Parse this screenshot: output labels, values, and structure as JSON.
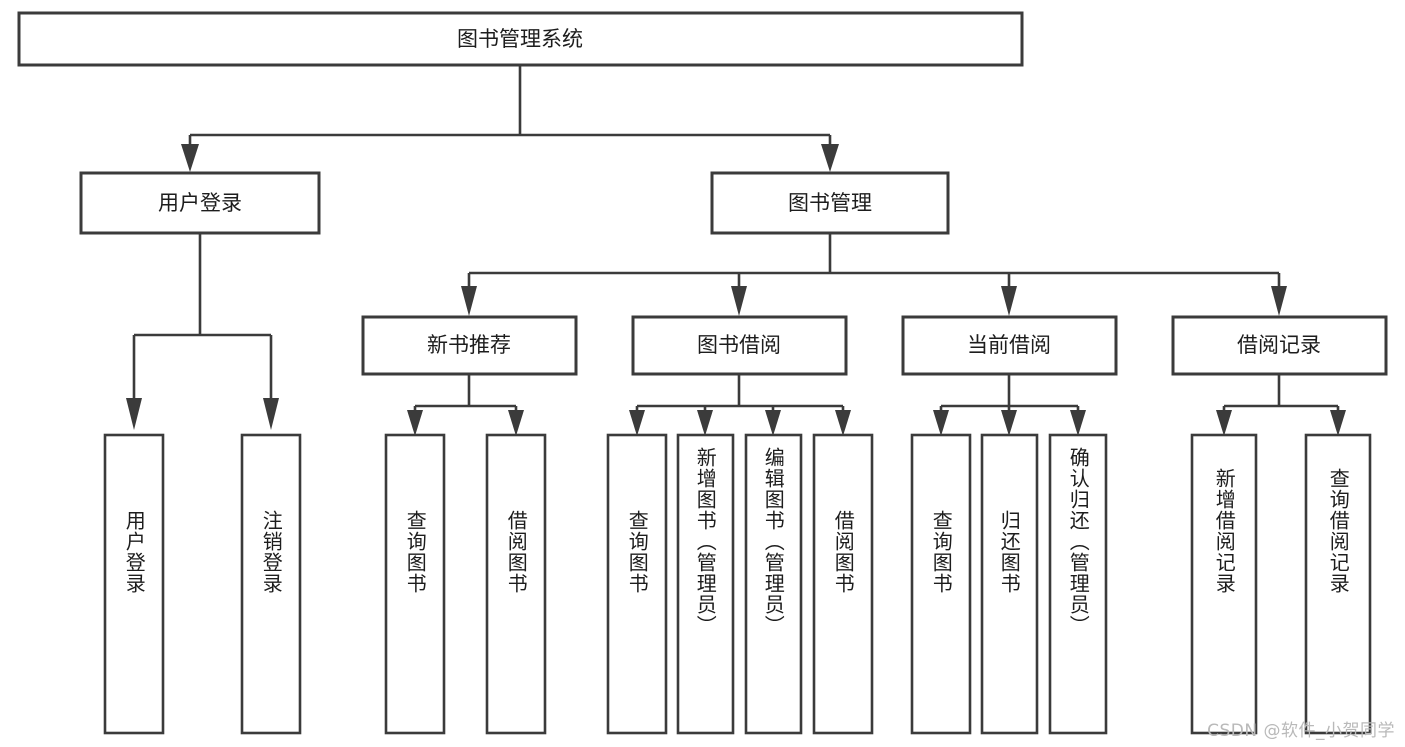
{
  "diagram": {
    "title": "图书管理系统",
    "watermark": "CSDN @软件_小贺同学",
    "colors": {
      "stroke": "#3b3b3b",
      "box_fill": "#ffffff",
      "text": "#1d1d1d",
      "background": "#ffffff",
      "watermark": "#b9b9b9"
    },
    "root": {
      "label": "图书管理系统"
    },
    "level2": [
      {
        "label": "用户登录"
      },
      {
        "label": "图书管理"
      }
    ],
    "level3": [
      {
        "label": "新书推荐"
      },
      {
        "label": "图书借阅"
      },
      {
        "label": "当前借阅"
      },
      {
        "label": "借阅记录"
      }
    ],
    "leaves": {
      "user_login": [
        {
          "label": "用户登录"
        },
        {
          "label": "注销登录"
        }
      ],
      "new_book": [
        {
          "label": "查询图书"
        },
        {
          "label": "借阅图书"
        }
      ],
      "book_borrow": [
        {
          "label": "查询图书"
        },
        {
          "label": "新增图书（管理员）"
        },
        {
          "label": "编辑图书（管理员）"
        },
        {
          "label": "借阅图书"
        }
      ],
      "current_borrow": [
        {
          "label": "查询图书"
        },
        {
          "label": "归还图书"
        },
        {
          "label": "确认归还（管理员）"
        }
      ],
      "borrow_record": [
        {
          "label": "新增借阅记录"
        },
        {
          "label": "查询借阅记录"
        }
      ]
    }
  }
}
